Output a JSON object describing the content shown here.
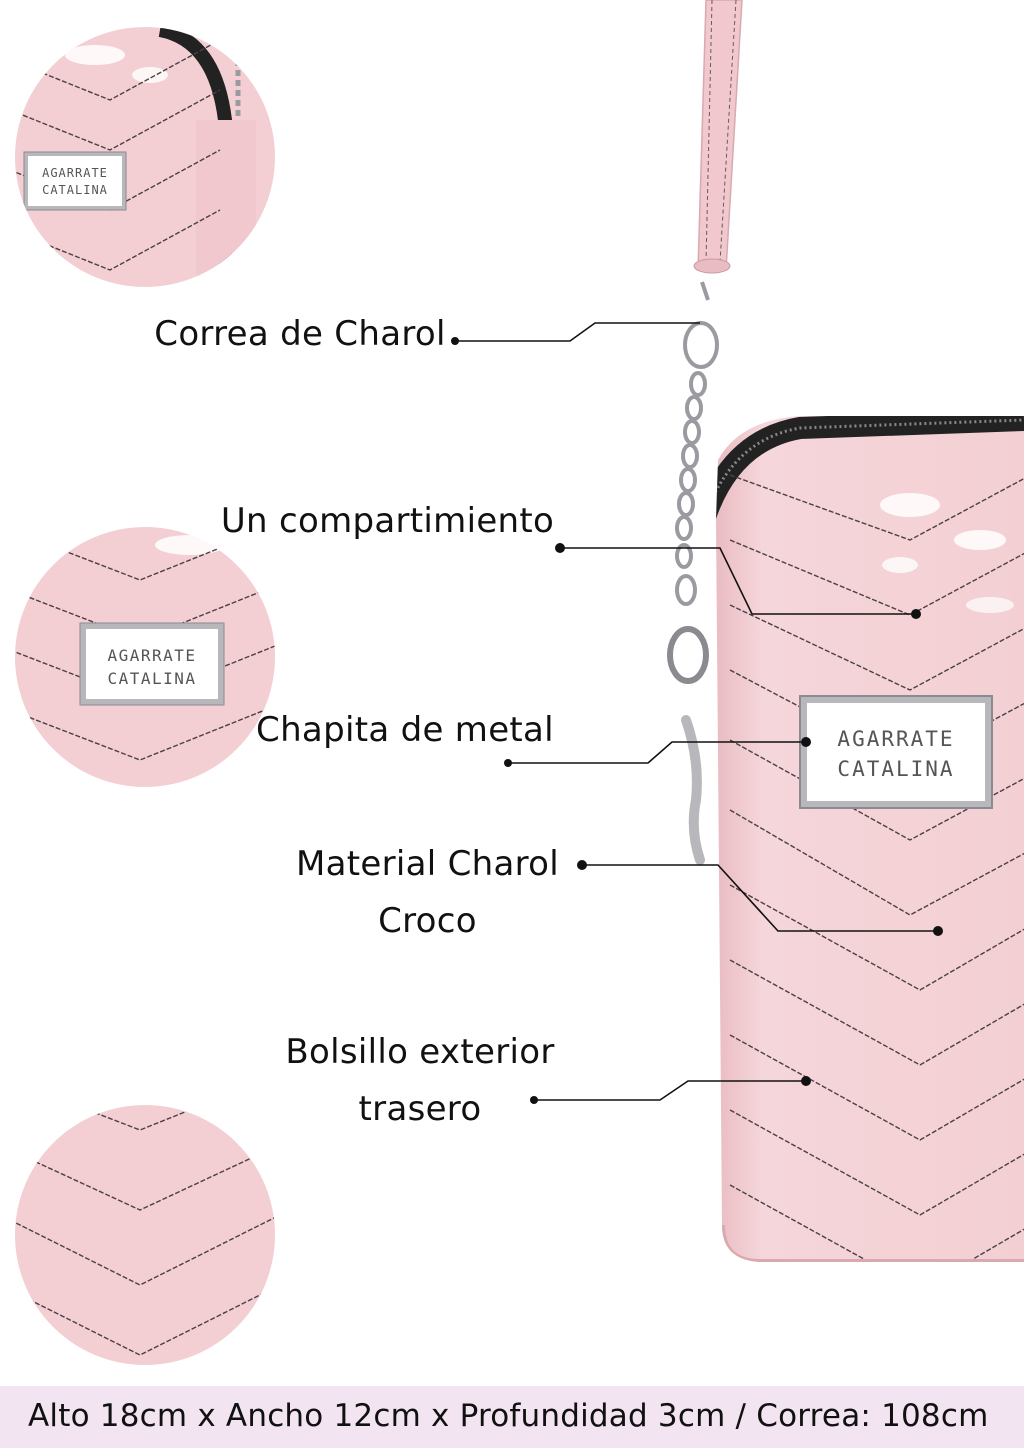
{
  "brand": {
    "badge_line1": "AGARRATE",
    "badge_line2": "CATALINA"
  },
  "features": [
    {
      "label_lines": [
        "Correa de Charol"
      ]
    },
    {
      "label_lines": [
        "Un compartimiento"
      ]
    },
    {
      "label_lines": [
        "Chapita de metal"
      ]
    },
    {
      "label_lines": [
        "Material Charol",
        "Croco"
      ]
    },
    {
      "label_lines": [
        "Bolsillo exterior",
        "trasero"
      ]
    }
  ],
  "dimensions_text": "Alto 18cm x Ancho 12cm x Profundidad 3cm  /  Correa: 108cm",
  "colors": {
    "bag_pink": "#f3cfd3",
    "bag_pink_light": "#f7dde0",
    "stitch": "#4a4045",
    "footer_bg": "#f2e5f1",
    "metal": "#b8b8bc"
  }
}
